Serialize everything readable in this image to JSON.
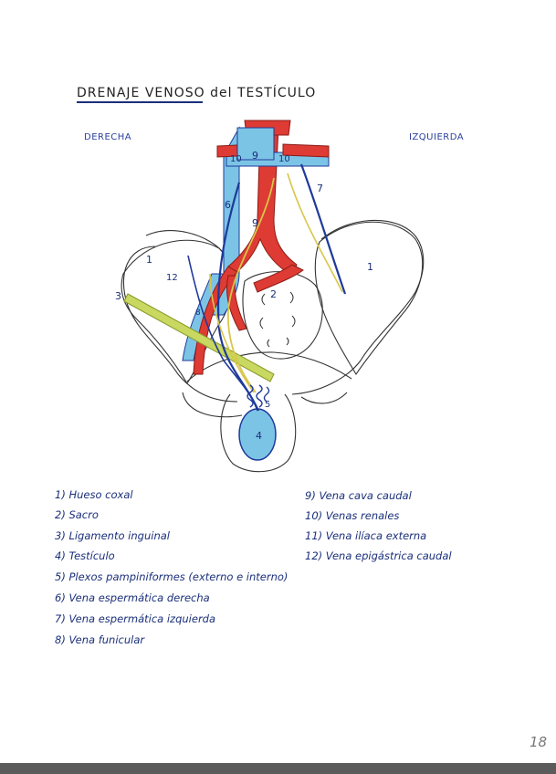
{
  "title": "DRENAJE VENOSO del TESTÍCULO",
  "side_labels": {
    "right": "DERECHA",
    "left": "IZQUIERDA"
  },
  "diagram_numbers": [
    "1",
    "1",
    "2",
    "3",
    "4",
    "5",
    "6",
    "7",
    "8",
    "9",
    "9",
    "10",
    "10",
    "12"
  ],
  "legend_left": [
    "1) Hueso coxal",
    "2) Sacro",
    "3) Ligamento inguinal",
    "4) Testículo",
    "5) Plexos pampiniformes (externo e interno)",
    "6) Vena espermática derecha",
    "7) Vena espermática izquierda",
    "8) Vena funicular"
  ],
  "legend_right": [
    "9) Vena cava caudal",
    "10) Venas renales",
    "11) Vena ilíaca externa",
    "12) Vena epigástrica caudal"
  ],
  "page_number": "18",
  "colors": {
    "vein_blue": "#7cc4e6",
    "vein_dark": "#1f3a9a",
    "artery_red": "#dd3b33",
    "nerve_yellow": "#d8c64a",
    "ligament_green": "#c8d860",
    "ink": "#1a2f7a"
  }
}
